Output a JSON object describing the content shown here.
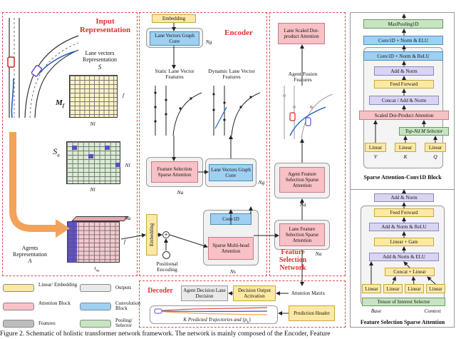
{
  "input": {
    "title_line1": "Input",
    "title_line2": "Representation",
    "lane_vectors_label_line1": "Lane vectors",
    "lane_vectors_label_line2": "Representation",
    "lane_symbol": "S",
    "mf_symbol": "M",
    "mf_sub": "f",
    "nl_label_1": "Nl",
    "nl_label_2": "Nl",
    "sa_symbol": "S",
    "sa_sub": "a",
    "agents_label_line1": "Agents",
    "agents_label_line2": "Representation",
    "agents_symbol": "A",
    "fs_label": "f",
    "na_label": "Na",
    "tna_label": "t",
    "tna_sub": "na",
    "nl_side": "Nl"
  },
  "encoder": {
    "title": "Encoder",
    "embedding_top": "Embedding",
    "lane_graph_conv": "Lane Vectors Graph Conv",
    "ng_1": "Ng",
    "static_features": "Static Lane Vector Features",
    "dynamic_features": "Dynamic Lane Vector Features",
    "feature_selection_sparse": "Feature Selection Sparse Attention",
    "lane_graph_conv_2": "Lane Vectors Graph Conv",
    "ng_2": "Ng",
    "na_1": "Na",
    "embedding_side": "Embedding",
    "conv1d": "Conv1D",
    "sparse_multihead": "Sparse Multi-head Attention",
    "positional_encoding_line1": "Positional",
    "positional_encoding_line2": "Encoding",
    "ns": "Ns"
  },
  "fsn": {
    "title_line1": "Feature",
    "title_line2": "Selection",
    "title_line3": "Network",
    "lane_scaled_attention": "Lane Scaled Dot-product Attention",
    "agent_fusion": "Agent Fusion Features",
    "agent_feature_sparse": "Agent Feature Selection Sparse Attention",
    "na_2": "Na",
    "lane_feature_sparse": "Lane Feature Selection Sparse Attention",
    "na_3": "Na"
  },
  "decoder": {
    "title": "Decoder",
    "agent_decision": "Agent Decision Lane Decision",
    "decision_output": "Decision Output Activation",
    "attention_matrix": "Attention Matrix",
    "prediction_header": "Prediction Header",
    "predicted_traj": "K Predicted Trajectories and {p",
    "predicted_sub": "k",
    "predicted_end": "}"
  },
  "legend": {
    "linear": "Linear/ Embedding",
    "outputs": "Outputs",
    "features": "Features",
    "attention": "Attention Block",
    "convolution": "Convolution Block",
    "pooling": "Pooling/ Selector"
  },
  "sparse_conv_block": {
    "title": "Sparse Attention-Conv1D Block",
    "maxpool": "MaxPooling1D",
    "conv_elu": "Conv1D + Norm & ELU",
    "conv_relu": "Conv1D + Norm & ReLU",
    "add_norm": "Add & Norm",
    "feed_forward": "Feed Forward",
    "concat_add": "Concat / Add & Norm",
    "scaled_attention": "Scaled Dot-Product Attention",
    "topk_selector": "Top-Nd M Selector",
    "linear_v": "Linear",
    "linear_k": "Linear",
    "linear_q": "Linear",
    "v": "V",
    "k": "K",
    "q": "Q"
  },
  "fs_sparse_block": {
    "title": "Feature Selection Sparse Attention",
    "add_norm": "Add & Norm",
    "feed_forward": "Feed Forward",
    "add_norm_relu": "Add & Norm & ReLU",
    "linear_gate": "Linear + Gate",
    "add_norm_elu": "Add & Norm & ELU",
    "concat_linear": "Concat + Linear",
    "linear_1": "Linear",
    "linear_2": "Linear",
    "linear_3": "Linear",
    "linear_4": "Linear",
    "tensor_selector": "Tensor of Interest Selector",
    "base": "Base",
    "context": "Context"
  },
  "caption": "Figure 2.  Schematic of holistic transformer network framework. The network is mainly composed of the Encoder, Feature",
  "colors": {
    "red": "#e03030",
    "yellow": "#fde9a3",
    "pink": "#f7c1c6",
    "blue": "#9fd0f2",
    "green": "#c7e5c0",
    "lavender": "#d9d4f2",
    "gray": "#e9e9e9",
    "dark_gray": "#bdbdbd"
  }
}
